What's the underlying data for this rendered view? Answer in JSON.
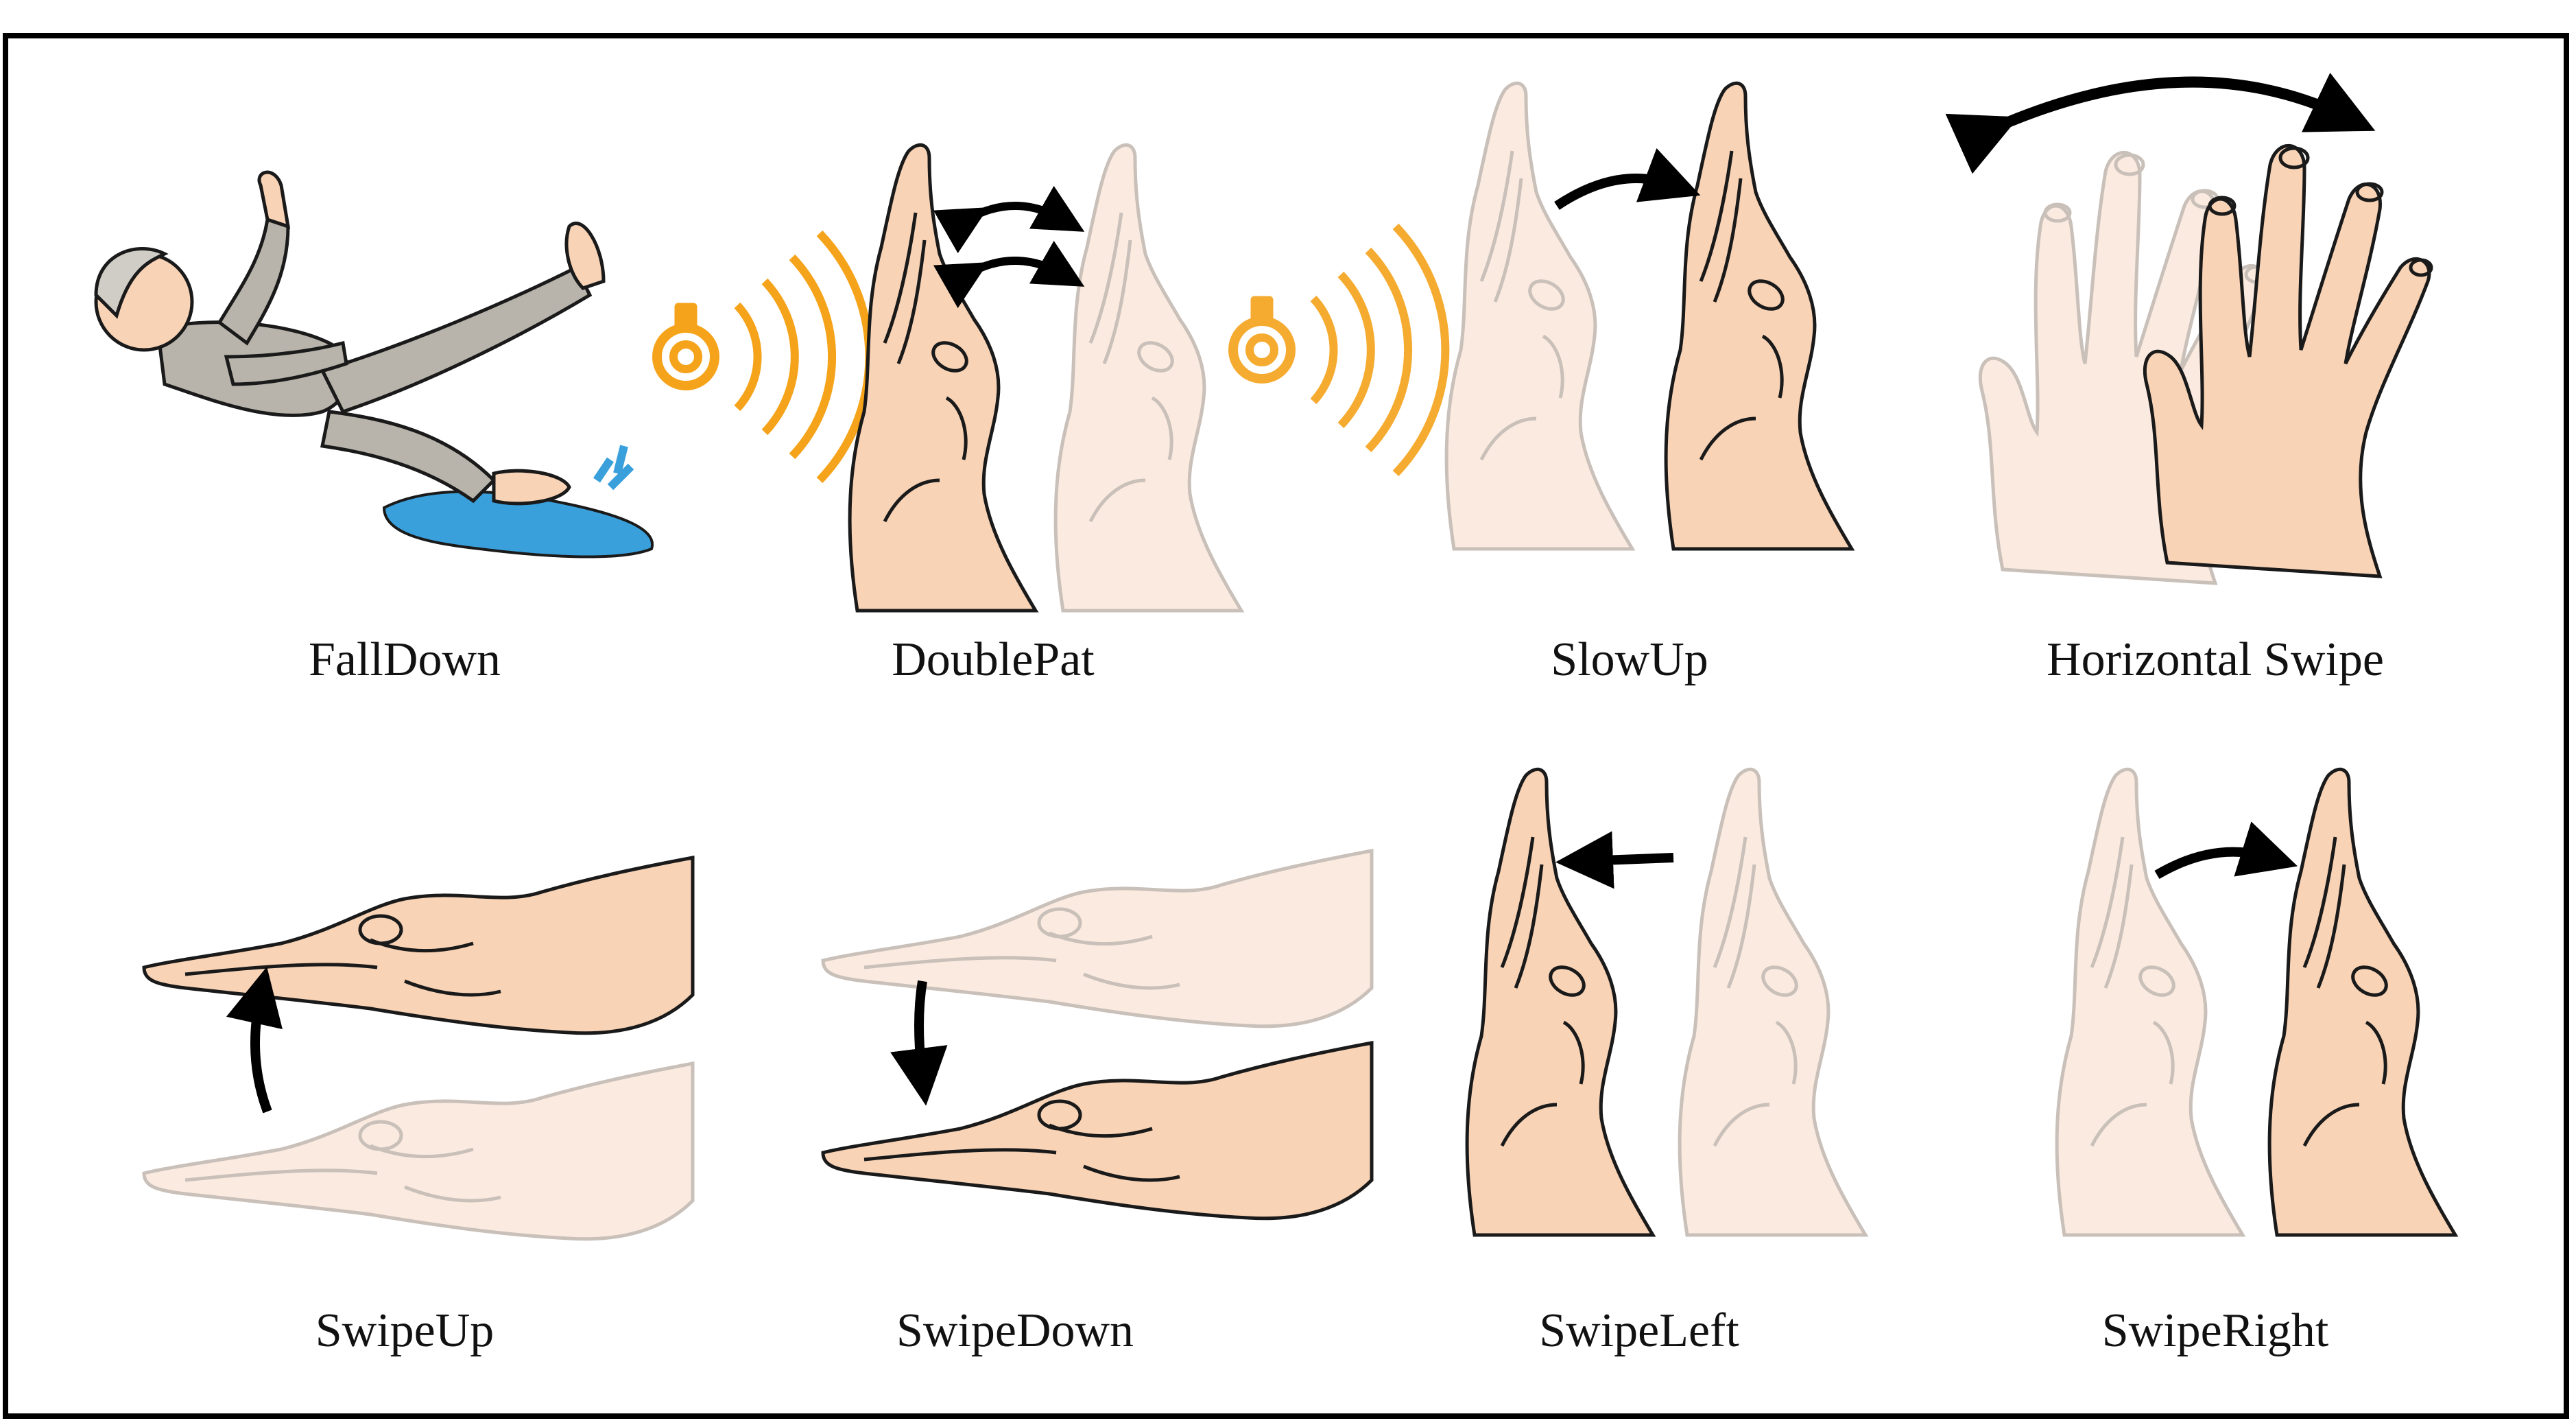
{
  "figure": {
    "panels": [
      {
        "id": "falldown",
        "label": "FallDown"
      },
      {
        "id": "doublepat",
        "label": "DoublePat"
      },
      {
        "id": "slowup",
        "label": "SlowUp"
      },
      {
        "id": "horizontal-swipe",
        "label": "Horizontal Swipe"
      },
      {
        "id": "swipeup",
        "label": "SwipeUp"
      },
      {
        "id": "swipedown",
        "label": "SwipeDown"
      },
      {
        "id": "swipeleft",
        "label": "SwipeLeft"
      },
      {
        "id": "swiperight",
        "label": "SwipeRight"
      }
    ]
  },
  "colors": {
    "skin": "#f8d3b6",
    "skin_faded": "#fbeadf",
    "outline": "#1a1a1a",
    "outline_faded": "#c9c0ba",
    "signal": "#f5a31a",
    "water": "#3aa0dc",
    "clothes": "#b8b4ab"
  }
}
